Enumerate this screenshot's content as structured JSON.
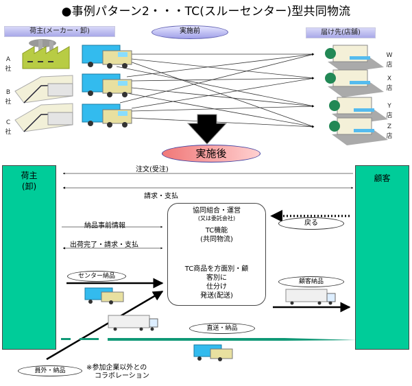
{
  "title": "●事例パターン2・・・TC(スルーセンター)型共同物流",
  "before": {
    "label": "実施前",
    "shipper_header": "荷主(メーカー・卸)",
    "dest_header": "届け先(店舗)",
    "shippers": [
      {
        "letter": "A",
        "suffix": "社",
        "icon": "factory-icon"
      },
      {
        "letter": "B",
        "suffix": "社",
        "icon": "warehouse-icon"
      },
      {
        "letter": "C",
        "suffix": "社",
        "icon": "warehouse-icon"
      }
    ],
    "stores": [
      {
        "letter": "W",
        "suffix": "店"
      },
      {
        "letter": "X",
        "suffix": "店"
      },
      {
        "letter": "Y",
        "suffix": "店"
      },
      {
        "letter": "Z",
        "suffix": "店"
      }
    ]
  },
  "after": {
    "label": "実施後",
    "shipper_box": {
      "line1": "荷主",
      "line2": "(卸)"
    },
    "customer_box": {
      "label": "顧客"
    },
    "flows": {
      "order": "注文(受注)",
      "billing": "請求・支払",
      "advance_info": "納品事前情報",
      "shipment_done": "出荷完了・請求・支払",
      "center_delivery": "センター納品",
      "return": "戻る",
      "customer_delivery": "顧客納品",
      "direct_delivery": "直送・納品",
      "outside_delivery": "員外・納品"
    },
    "center": {
      "line1": "協同組合・運営",
      "line2": "(又は委託会社)",
      "line3": "TC機能",
      "line4": "(共同物流)",
      "line5": "TC商品を方面別・顧",
      "line6": "客別に",
      "line7": "仕分け",
      "line8": "発送(配送)"
    },
    "note": {
      "line1": "※参加企業以外との",
      "line2": "コラボレーション"
    }
  },
  "colors": {
    "green_box": "#00cc99",
    "header_box": "#b0b0ec",
    "after_oval": "#f07878",
    "truck_body": "#33bbee"
  }
}
